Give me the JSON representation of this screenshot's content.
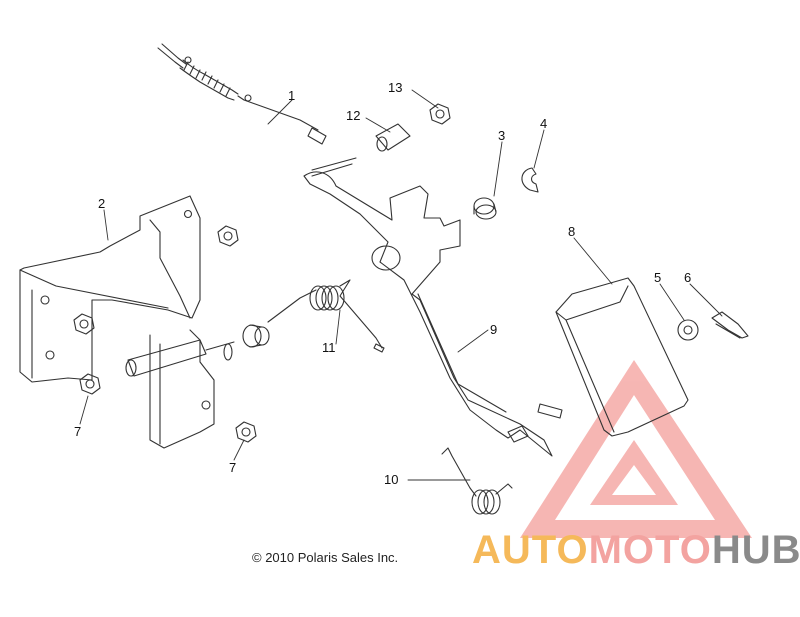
{
  "diagram": {
    "callouts": {
      "c1": "1",
      "c2": "2",
      "c3": "3",
      "c4": "4",
      "c5": "5",
      "c6": "6",
      "c7a": "7",
      "c7b": "7",
      "c8": "8",
      "c9": "9",
      "c10": "10",
      "c11": "11",
      "c12": "12",
      "c13": "13"
    },
    "copyright": "© 2010 Polaris Sales Inc."
  },
  "watermark": {
    "part1": "AUTO",
    "part2": "MOTO",
    "part3": "HUB",
    "colors": {
      "auto": "#f5b95a",
      "moto": "#f3a3a0",
      "hub": "#8a8a8a",
      "triangle": "#f07b76"
    }
  }
}
